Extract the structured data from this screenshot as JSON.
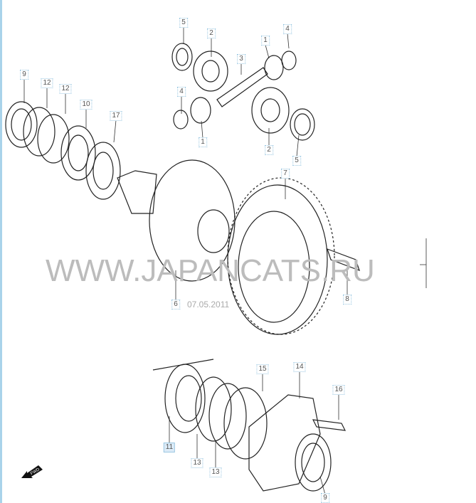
{
  "watermark": "WWW.JAPANCATS.RU",
  "date": "07.05.2011",
  "fwd_label": "FWD",
  "callouts": {
    "c5a": "5",
    "c2a": "2",
    "c3": "3",
    "c1a": "1",
    "c4a": "4",
    "c9a": "9",
    "c12a": "12",
    "c12b": "12",
    "c10": "10",
    "c17": "17",
    "c4b": "4",
    "c1b": "1",
    "c2b": "2",
    "c5b": "5",
    "c7": "7",
    "c6": "6",
    "c8": "8",
    "c15": "15",
    "c14": "14",
    "c16": "16",
    "c11": "11",
    "c13a": "13",
    "c13b": "13",
    "c9b": "9"
  }
}
